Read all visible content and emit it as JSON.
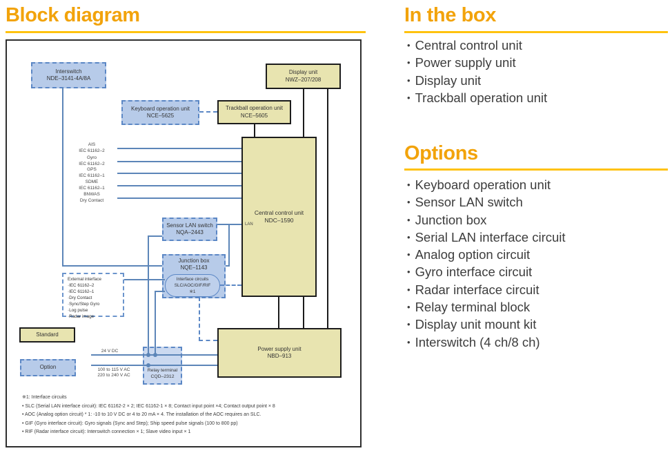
{
  "colors": {
    "heading_orange": "#F2A30B",
    "rule_gold": "#FFC20E",
    "standard_fill": "#E8E4B0",
    "option_fill": "#B7CBE9",
    "wire_blue": "#5C85B8",
    "wire_black": "#1A1A1A"
  },
  "left": {
    "title": "Block diagram"
  },
  "right": {
    "bullet": "•",
    "in_the_box": {
      "title": "In the box",
      "items": [
        "Central control unit",
        "Power supply unit",
        "Display unit",
        "Trackball operation unit"
      ]
    },
    "options": {
      "title": "Options",
      "items": [
        "Keyboard operation unit",
        "Sensor LAN switch",
        "Junction box",
        "Serial LAN interface circuit",
        "Analog option circuit",
        "Gyro interface circuit",
        "Radar interface circuit",
        "Relay terminal block",
        "Display unit mount kit",
        "Interswitch (4 ch/8 ch)"
      ]
    }
  },
  "diagram": {
    "boxes": {
      "interswitch": {
        "title": "Interswitch",
        "model": "NDE–3141-4A/8A"
      },
      "display": {
        "title": "Display unit",
        "model": "NWZ–207/208"
      },
      "keyboard": {
        "title": "Keyboard operation unit",
        "model": "NCE–5625"
      },
      "trackball": {
        "title": "Trackball operation unit",
        "model": "NCE–5605"
      },
      "ccu": {
        "title": "Central control unit",
        "model": "NDC–1590",
        "port_label": "LAN"
      },
      "sensor_lan": {
        "title": "Sensor LAN switch",
        "model": "NQA–2443"
      },
      "junction": {
        "title": "Junction box",
        "model": "NQE–1143"
      },
      "interface_circuits": {
        "line1": "Interface circuits",
        "line2": "SLC/AOC/GIF/RIF",
        "line3": "※1"
      },
      "external_interface": {
        "title": "External interface",
        "items": [
          "·IEC 61162–2",
          "·IEC 61162–1",
          "·Dry Contact",
          "·Sync/Step Gyro",
          "·Log pulse",
          "·Radar image"
        ]
      },
      "relay": {
        "title": "Relay terminal",
        "model": "CQD–2312"
      },
      "psu": {
        "title": "Power supply unit",
        "model": "NBD–913"
      }
    },
    "legend": {
      "standard": "Standard",
      "option": "Option"
    },
    "signals": [
      {
        "name": "AIS",
        "standard": "IEC 61162–2"
      },
      {
        "name": "Gyro",
        "standard": "IEC 61162–2"
      },
      {
        "name": "GPS",
        "standard": "IEC 61162–1"
      },
      {
        "name": "SDME",
        "standard": "IEC 61162–1"
      },
      {
        "name": "BNWAS",
        "standard": "Dry Contact"
      }
    ],
    "power_inputs": {
      "dc": "24 V DC",
      "ac1": "100 to 115 V AC",
      "ac2": "220 to 240 V AC"
    },
    "footnotes": [
      "※1: Interface circuits",
      "• SLC (Serial LAN interface circuit): IEC 61162-2 × 2; IEC 61162-1 × 8; Contact input point ×4; Contact output point × 8",
      "• AOC (Analog option circuit) * 1: -10 to 10 V DC or 4 to 20 mA × 4. The installation of the AOC requires an SLC.",
      "• GIF (Gyro interface circuit): Gyro signals (Sync and Step); Ship speed pulse signals (100 to 800 pp)",
      "• RIF (Radar interface circuit): Interswitch connection × 1; Slave video input × 1"
    ]
  }
}
